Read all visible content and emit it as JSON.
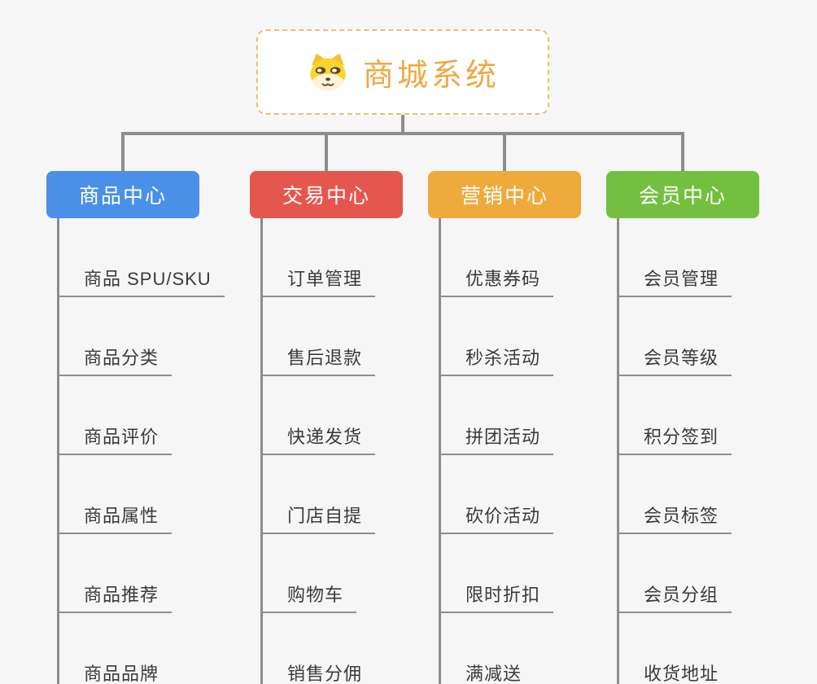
{
  "root": {
    "title": "商城系统",
    "icon": "dog-face-icon"
  },
  "branches": [
    {
      "id": "product",
      "label": "商品中心",
      "color": "#4a90e8",
      "children": [
        "商品 SPU/SKU",
        "商品分类",
        "商品评价",
        "商品属性",
        "商品推荐",
        "商品品牌"
      ]
    },
    {
      "id": "trade",
      "label": "交易中心",
      "color": "#e4574f",
      "children": [
        "订单管理",
        "售后退款",
        "快递发货",
        "门店自提",
        "购物车",
        "销售分佣"
      ]
    },
    {
      "id": "marketing",
      "label": "营销中心",
      "color": "#eeab3c",
      "children": [
        "优惠券码",
        "秒杀活动",
        "拼团活动",
        "砍价活动",
        "限时折扣",
        "满减送"
      ]
    },
    {
      "id": "member",
      "label": "会员中心",
      "color": "#74bf40",
      "children": [
        "会员管理",
        "会员等级",
        "积分签到",
        "会员标签",
        "会员分组",
        "收货地址"
      ]
    }
  ],
  "colors": {
    "background": "#f5f6f5",
    "connector": "#8d8d8d",
    "root_border": "#f2bd6a",
    "root_text": "#f0a843",
    "child_text": "#3a3a3a"
  }
}
